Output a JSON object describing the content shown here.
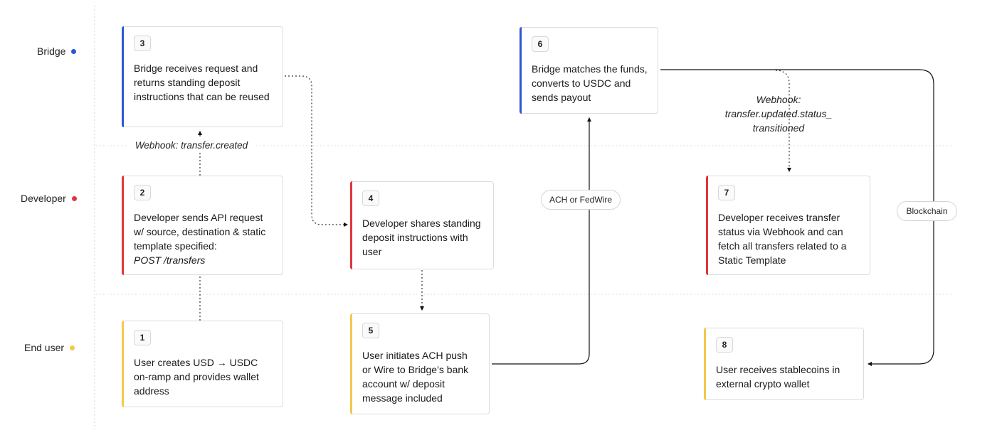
{
  "lanes": [
    {
      "label": "Bridge",
      "color": "#2f55d4"
    },
    {
      "label": "Developer",
      "color": "#e0363c"
    },
    {
      "label": "End user",
      "color": "#f2c94c"
    }
  ],
  "steps": [
    {
      "num": "1",
      "text": "User creates USD → USDC on-ramp and provides wallet address",
      "lane": "End user"
    },
    {
      "num": "2",
      "text": "Developer sends API request w/ source, destination & static template specified:",
      "code": "POST /transfers",
      "lane": "Developer"
    },
    {
      "num": "3",
      "text": "Bridge receives request and returns standing deposit instructions that can be reused",
      "lane": "Bridge"
    },
    {
      "num": "4",
      "text": "Developer shares standing deposit instructions with user",
      "lane": "Developer"
    },
    {
      "num": "5",
      "text": "User initiates ACH push or Wire to Bridge’s bank account w/ deposit message included",
      "lane": "End user"
    },
    {
      "num": "6",
      "text": "Bridge matches the funds, converts to USDC and sends payout",
      "lane": "Bridge"
    },
    {
      "num": "7",
      "text": "Developer receives transfer status via Webhook and can fetch all transfers related to a Static Template",
      "lane": "Developer"
    },
    {
      "num": "8",
      "text": "User receives stablecoins in external crypto wallet",
      "lane": "End user"
    }
  ],
  "connector_labels": {
    "webhook_created": "Webhook: transfer.created",
    "webhook_updated": "Webhook: transfer.updated.status_ transitioned",
    "ach_fedwire": "ACH or FedWire",
    "blockchain": "Blockchain"
  }
}
